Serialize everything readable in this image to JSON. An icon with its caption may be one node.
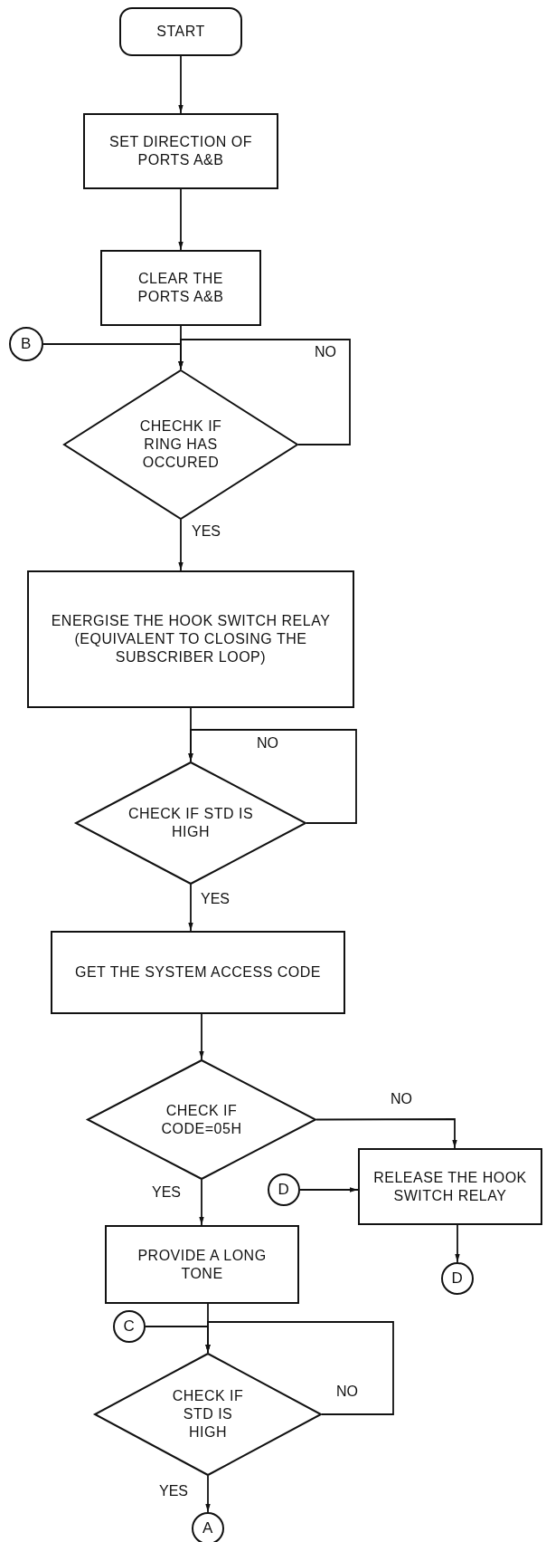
{
  "diagram": {
    "nodes": [
      {
        "text": [
          "START"
        ]
      },
      {
        "text": [
          "SET DIRECTION OF PORTS A&B"
        ]
      },
      {
        "text": [
          "CLEAR THE PORTS A&B"
        ]
      },
      {
        "text": [
          "B"
        ]
      },
      {
        "text": [
          "CHECHK IF RING HAS OCCURED"
        ]
      },
      {
        "text": [
          "ENERGISE THE HOOK SWITCH RELAY (EQUIVALENT TO CLOSING THE SUBSCRIBER LOOP)"
        ]
      },
      {
        "text": [
          "CHECK IF STD IS HIGH"
        ]
      },
      {
        "text": [
          "GET THE SYSTEM ACCESS CODE"
        ]
      },
      {
        "text": [
          "CHECK IF CODE=05H"
        ]
      },
      {
        "text": [
          "RELEASE THE HOOK SWITCH RELAY"
        ]
      },
      {
        "text": [
          "D"
        ]
      },
      {
        "text": [
          "PROVIDE A LONG TONE"
        ]
      },
      {
        "text": [
          "D"
        ]
      },
      {
        "text": [
          "C"
        ]
      },
      {
        "text": [
          "CHECK IF STD IS HIGH"
        ]
      },
      {
        "text": [
          "A"
        ]
      }
    ],
    "edges": [
      {
        "from": 0,
        "to": 1,
        "arrow": "to"
      },
      {
        "from": 1,
        "to": 2,
        "arrow": "to"
      },
      {
        "from": 2,
        "to": 4,
        "arrow": "to"
      },
      {
        "from": 3,
        "to": 4,
        "arrow": "to"
      },
      {
        "from": 4,
        "to": 4,
        "arrow": "to",
        "label": "NO"
      },
      {
        "from": 4,
        "to": 5,
        "arrow": "to",
        "label": "YES"
      },
      {
        "from": 5,
        "to": 6,
        "arrow": "to"
      },
      {
        "from": 6,
        "to": 6,
        "arrow": "to",
        "label": "NO"
      },
      {
        "from": 6,
        "to": 7,
        "arrow": "to",
        "label": "YES"
      },
      {
        "from": 7,
        "to": 8,
        "arrow": "to"
      },
      {
        "from": 8,
        "to": 9,
        "arrow": "to",
        "label": "NO"
      },
      {
        "from": 8,
        "to": 11,
        "arrow": "to",
        "label": "YES"
      },
      {
        "from": 10,
        "to": 9,
        "arrow": "to"
      },
      {
        "from": 9,
        "to": 12,
        "arrow": "to"
      },
      {
        "from": 11,
        "to": 14,
        "arrow": "to"
      },
      {
        "from": 13,
        "to": 14,
        "arrow": "to"
      },
      {
        "from": 14,
        "to": 14,
        "arrow": "to",
        "label": "NO"
      },
      {
        "from": 14,
        "to": 15,
        "arrow": "to",
        "label": "YES"
      }
    ]
  }
}
